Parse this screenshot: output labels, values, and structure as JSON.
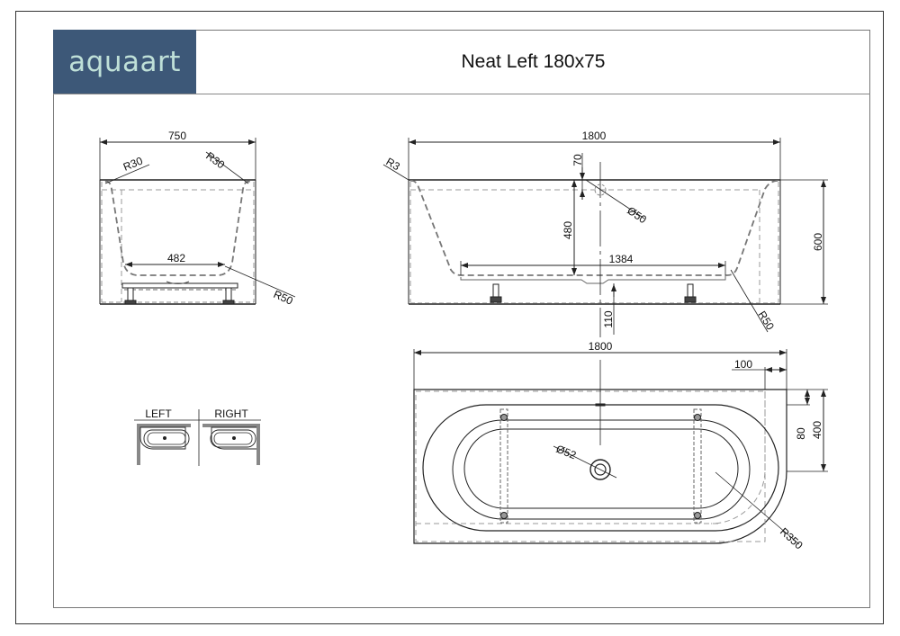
{
  "header": {
    "brand": "aquaart",
    "title": "Neat Left 180x75",
    "brand_color": "#3d5878",
    "brand_text_color": "#bfe0d8"
  },
  "side_view": {
    "width_label": "750",
    "radius_top_left": "R30",
    "radius_top_right": "R30",
    "bottom_width": "482",
    "radius_bottom": "R50"
  },
  "front_view": {
    "length_label": "1800",
    "radius_corner": "R3",
    "overflow_offset": "70",
    "overflow_diameter": "Ø50",
    "depth": "480",
    "bottom_length": "1384",
    "height": "600",
    "drain_height": "110",
    "radius_bottom": "R50"
  },
  "plan_view": {
    "length_label": "1800",
    "side_offset": "100",
    "overflow_offset": "80",
    "straight_width": "400",
    "drain_diameter": "Ø52",
    "corner_radius": "R350"
  },
  "orientation": {
    "left_label": "LEFT",
    "right_label": "RIGHT"
  }
}
